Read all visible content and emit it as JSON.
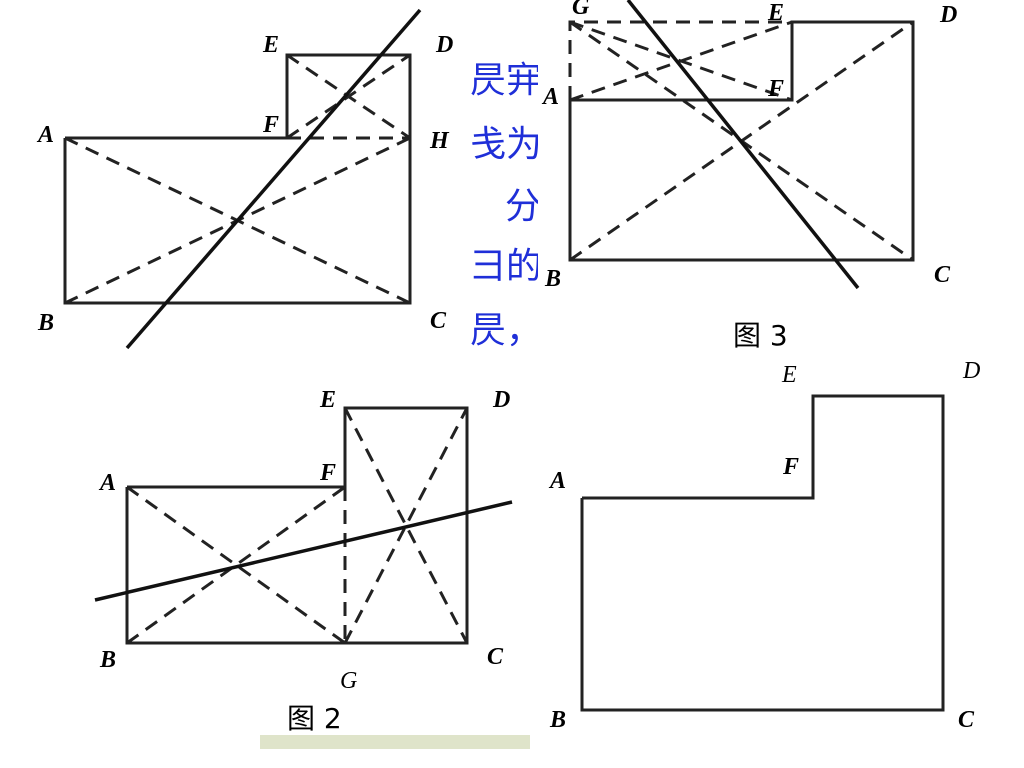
{
  "figures": {
    "fig1": {
      "labels": {
        "A": "A",
        "B": "B",
        "C": "C",
        "D": "D",
        "E": "E",
        "F": "F",
        "H": "H"
      }
    },
    "fig2": {
      "caption": "图 2",
      "labels": {
        "A": "A",
        "B": "B",
        "C": "C",
        "D": "D",
        "E": "E",
        "F": "F",
        "G": "G"
      }
    },
    "fig3": {
      "caption": "图 3",
      "labels": {
        "A": "A",
        "B": "B",
        "C": "C",
        "D": "D",
        "E": "E",
        "F": "F",
        "G": "G"
      }
    },
    "fig4": {
      "labels": {
        "A": "A",
        "B": "B",
        "C": "C",
        "D": "D",
        "E": "E",
        "F": "F"
      }
    }
  },
  "background_text": [
    "昃宑",
    "戋为",
    "分",
    "彐的",
    "昃，"
  ],
  "colors": {
    "text_blue": "#1f2fd8",
    "decor_green": "#c9d3a6",
    "line": "#222222"
  }
}
